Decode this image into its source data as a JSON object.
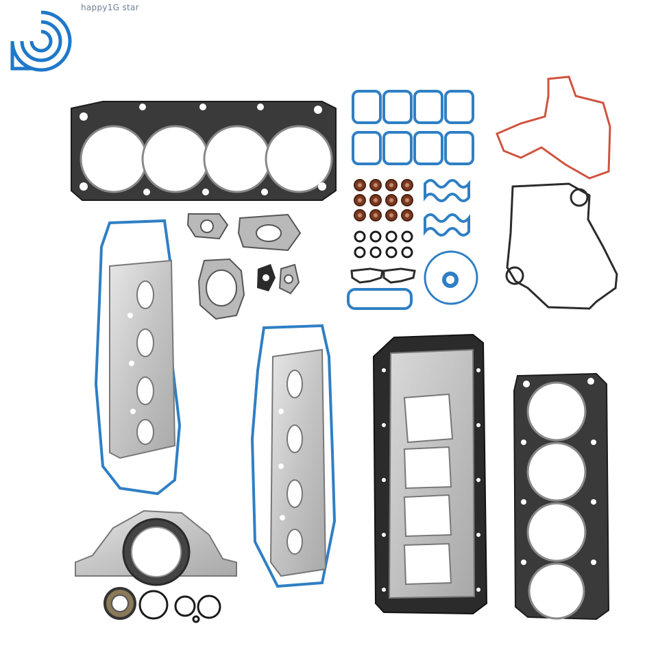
{
  "watermark": {
    "text": "happy1G star",
    "logo": "circular-swirl-logo"
  },
  "product": {
    "kind": "engine gasket set",
    "components": [
      "head-gasket",
      "intake-gasket",
      "exhaust-manifold-gasket",
      "valve-cover-gasket",
      "oil-pan-gasket",
      "rear-main-seal",
      "timing-cover-gasket",
      "valve-stem-seal",
      "o-ring"
    ]
  },
  "colors": {
    "background": "#ffffff",
    "graphite": "#2b2b2b",
    "blue_rubber": "#2f7fc4",
    "red_rubber": "#d0533e",
    "metal": "#c9c9c9",
    "fiber": "#b9b9b9",
    "brown_seal": "#7a3a22",
    "logo_blue": "#1f78c9"
  }
}
